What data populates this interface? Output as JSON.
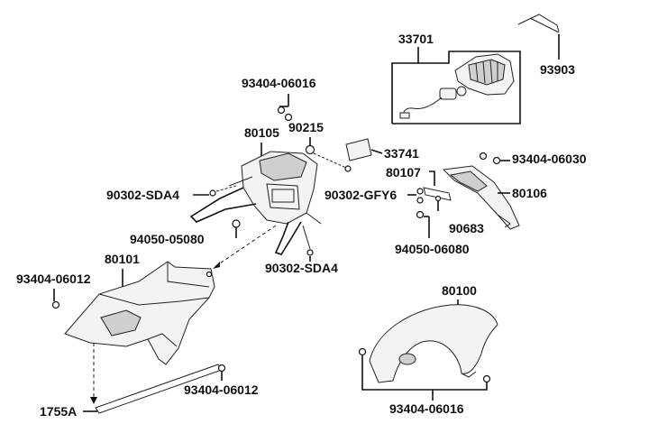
{
  "diagram": {
    "labels": {
      "p33701": "33701",
      "p93903": "93903",
      "p93404_06016_top": "93404-06016",
      "p80105": "80105",
      "p90215": "90215",
      "p33741": "33741",
      "p93404_06030": "93404-06030",
      "p80107": "80107",
      "p90302_sda4_left": "90302-SDA4",
      "p90302_gfy6": "90302-GFY6",
      "p80106": "80106",
      "p90683": "90683",
      "p94050_05080": "94050-05080",
      "p94050_06080": "94050-06080",
      "p90302_sda4_bottom": "90302-SDA4",
      "p80101": "80101",
      "p93404_06012_left": "93404-06012",
      "p80100": "80100",
      "p93404_06012_bottom": "93404-06012",
      "p1755a": "1755A",
      "p93404_06016_bottom": "93404-06016"
    }
  }
}
